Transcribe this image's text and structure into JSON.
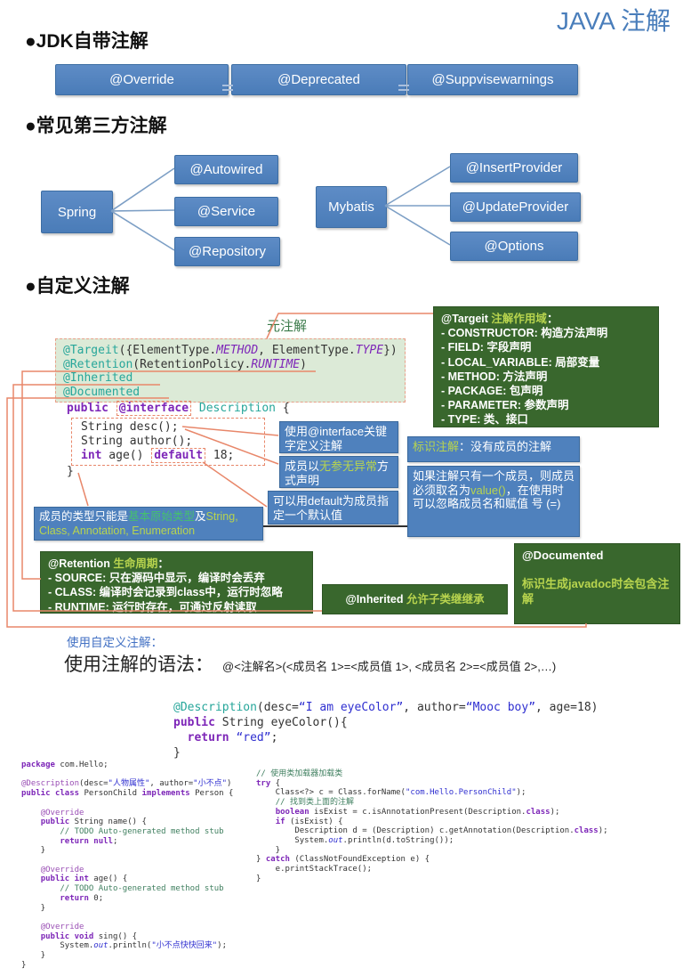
{
  "title": "JAVA 注解",
  "jdk": {
    "heading": "●JDK自带注解",
    "boxes": [
      "@Override",
      "@Deprecated",
      "@Suppvisewarnings"
    ]
  },
  "third": {
    "heading": "●常见第三方注解",
    "trees": [
      {
        "root": "Spring",
        "children": [
          "@Autowired",
          "@Service",
          "@Repository"
        ]
      },
      {
        "root": "Mybatis",
        "children": [
          "@InsertProvider",
          "@UpdateProvider",
          "@Options"
        ]
      }
    ]
  },
  "custom": {
    "heading": "●自定义注解",
    "meta_label": "元注解",
    "meta_code": [
      [
        [
          "ann",
          "@Targeit"
        ],
        [
          "pl",
          "({ElementType."
        ],
        [
          "enum",
          "METHOD"
        ],
        [
          "pl",
          ", ElementType."
        ],
        [
          "enum",
          "TYPE"
        ],
        [
          "pl",
          "})"
        ]
      ],
      [
        [
          "ann",
          "@Retention"
        ],
        [
          "pl",
          "(RetentionPolicy."
        ],
        [
          "enum",
          "RUNTIME"
        ],
        [
          "pl",
          ")"
        ]
      ],
      [
        [
          "ann",
          "@Inherited"
        ]
      ],
      [
        [
          "ann",
          "@Documented"
        ]
      ]
    ],
    "iface_head": [
      [
        [
          "kw",
          "public "
        ],
        [
          "kwbox",
          "@interface"
        ],
        [
          "pl",
          " "
        ],
        [
          "ann",
          "Description"
        ],
        [
          "pl",
          " {"
        ]
      ]
    ],
    "iface_members": [
      [
        [
          "pl",
          "String desc();"
        ]
      ],
      [
        [
          "pl",
          "String author();"
        ]
      ],
      [
        [
          "kw",
          "int"
        ],
        [
          "pl",
          " age() "
        ],
        [
          "kwbox",
          "default"
        ],
        [
          "pl",
          " 18;"
        ]
      ]
    ],
    "iface_close": [
      [
        [
          "pl",
          "}"
        ]
      ]
    ],
    "green_boxes": {
      "targeit": [
        [
          [
            "w",
            "@Targeit "
          ],
          [
            "hl",
            "注解作用域"
          ],
          [
            "w",
            "："
          ]
        ],
        [
          [
            "w",
            " - CONSTRUCTOR: 构造方法声明"
          ]
        ],
        [
          [
            "w",
            " - FIELD: 字段声明"
          ]
        ],
        [
          [
            "w",
            " - LOCAL_VARIABLE: 局部变量"
          ]
        ],
        [
          [
            "w",
            " - METHOD: 方法声明"
          ]
        ],
        [
          [
            "w",
            " - PACKAGE: 包声明"
          ]
        ],
        [
          [
            "w",
            " - PARAMETER: 参数声明"
          ]
        ],
        [
          [
            "w",
            " - TYPE: 类、接口"
          ]
        ]
      ],
      "retention": [
        [
          [
            "w",
            "@Retention "
          ],
          [
            "hl",
            "生命周期"
          ],
          [
            "w",
            "："
          ]
        ],
        [
          [
            "w",
            " - SOURCE: 只在源码中显示，编译时会丢弃"
          ]
        ],
        [
          [
            "w",
            " - CLASS: 编译时会记录到class中，运行时忽略"
          ]
        ],
        [
          [
            "w",
            " - RUNTIME: 运行时存在，可通过反射读取"
          ]
        ]
      ],
      "inherited": [
        [
          [
            "w",
            "@Inherited "
          ],
          [
            "hl",
            "允许子类继继承"
          ]
        ]
      ],
      "documented": [
        [
          [
            "w",
            "@Documented"
          ]
        ],
        [],
        [
          [
            "hl",
            "标识生成javadoc时会包含注解"
          ]
        ]
      ]
    },
    "blue_boxes": {
      "iface_kw": [
        [
          [
            "w",
            "使用@interface关键字定义注解"
          ]
        ]
      ],
      "members": [
        [
          [
            "w",
            "成员以"
          ],
          [
            "hl",
            "无参无异常"
          ],
          [
            "w",
            "方式声明"
          ]
        ]
      ],
      "default": [
        [
          [
            "w",
            "可以用default为成员指定一个默认值"
          ]
        ]
      ],
      "marker": [
        [
          [
            "hl",
            "标识注解"
          ],
          [
            "w",
            "：没有成员的注解"
          ]
        ]
      ],
      "value": [
        [
          [
            "w",
            "如果注解只有一个成员，则成员必须取名为"
          ],
          [
            "hl",
            "value()"
          ],
          [
            "w",
            "，在使用时可以忽略成员名和赋值 号 (=)"
          ]
        ]
      ],
      "types": [
        [
          [
            "w",
            "成员的类型只能是"
          ],
          [
            "tl",
            "基本原始类型"
          ],
          [
            "w",
            "及"
          ],
          [
            "hl",
            "String, Class, Annotation, Enumeration"
          ]
        ]
      ]
    }
  },
  "usage": {
    "use_custom": "使用自定义注解：",
    "syntax_label": "使用注解的语法：",
    "syntax": "@<注解名>(<成员名 1>=<成员值 1>, <成员名 2>=<成员值 2>,…)",
    "code": [
      [
        [
          "ann",
          "@Description"
        ],
        [
          "pl",
          "(desc="
        ],
        [
          "str",
          "“I am eyeColor”"
        ],
        [
          "pl",
          ", author="
        ],
        [
          "str",
          "“Mooc boy”"
        ],
        [
          "pl",
          ", age=18)"
        ]
      ],
      [
        [
          "kw",
          "public"
        ],
        [
          "pl",
          " String eyeColor(){"
        ]
      ],
      [
        [
          "pl",
          "  "
        ],
        [
          "kw",
          "return"
        ],
        [
          "pl",
          " "
        ],
        [
          "str",
          "“red”"
        ],
        [
          "pl",
          ";"
        ]
      ],
      [
        [
          "pl",
          "}"
        ]
      ]
    ]
  },
  "bottom_code": {
    "left": [
      [
        [
          "kw",
          "package"
        ],
        [
          "pl",
          " com.Hello;"
        ]
      ],
      [],
      [
        [
          "an2",
          "@Description"
        ],
        [
          "pl",
          "(desc="
        ],
        [
          "str",
          "\"人物属性\""
        ],
        [
          "pl",
          ", author="
        ],
        [
          "str",
          "\"小不点\""
        ],
        [
          "pl",
          ")"
        ]
      ],
      [
        [
          "kw",
          "public"
        ],
        [
          "pl",
          " "
        ],
        [
          "kw",
          "class"
        ],
        [
          "pl",
          " PersonChild "
        ],
        [
          "kw",
          "implements"
        ],
        [
          "pl",
          " Person {"
        ]
      ],
      [],
      [
        [
          "pl",
          "    "
        ],
        [
          "an2",
          "@Override"
        ]
      ],
      [
        [
          "pl",
          "    "
        ],
        [
          "kw",
          "public"
        ],
        [
          "pl",
          " String name() {"
        ]
      ],
      [
        [
          "pl",
          "        "
        ],
        [
          "com",
          "// TODO Auto-generated method stub"
        ]
      ],
      [
        [
          "pl",
          "        "
        ],
        [
          "kw",
          "return"
        ],
        [
          "pl",
          " "
        ],
        [
          "kw",
          "null"
        ],
        [
          "pl",
          ";"
        ]
      ],
      [
        [
          "pl",
          "    }"
        ]
      ],
      [],
      [
        [
          "pl",
          "    "
        ],
        [
          "an2",
          "@Override"
        ]
      ],
      [
        [
          "pl",
          "    "
        ],
        [
          "kw",
          "public"
        ],
        [
          "pl",
          " "
        ],
        [
          "kw",
          "int"
        ],
        [
          "pl",
          " age() {"
        ]
      ],
      [
        [
          "pl",
          "        "
        ],
        [
          "com",
          "// TODO Auto-generated method stub"
        ]
      ],
      [
        [
          "pl",
          "        "
        ],
        [
          "kw",
          "return"
        ],
        [
          "pl",
          " 0;"
        ]
      ],
      [
        [
          "pl",
          "    }"
        ]
      ],
      [],
      [
        [
          "pl",
          "    "
        ],
        [
          "an2",
          "@Override"
        ]
      ],
      [
        [
          "pl",
          "    "
        ],
        [
          "kw",
          "public"
        ],
        [
          "pl",
          " "
        ],
        [
          "kw",
          "void"
        ],
        [
          "pl",
          " sing() {"
        ]
      ],
      [
        [
          "pl",
          "        System."
        ],
        [
          "fld",
          "out"
        ],
        [
          "pl",
          ".println("
        ],
        [
          "str",
          "\"小不点快快回来\""
        ],
        [
          "pl",
          ");"
        ]
      ],
      [
        [
          "pl",
          "    }"
        ]
      ],
      [
        [
          "pl",
          "}"
        ]
      ]
    ],
    "right": [
      [
        [
          "com",
          "// 使用类加载器加载类"
        ]
      ],
      [
        [
          "kw",
          "try"
        ],
        [
          "pl",
          " {"
        ]
      ],
      [
        [
          "pl",
          "    Class<?> c = Class.forName("
        ],
        [
          "str",
          "\"com.Hello.PersonChild\""
        ],
        [
          "pl",
          ");"
        ]
      ],
      [
        [
          "pl",
          "    "
        ],
        [
          "com",
          "// 找到类上面的注解"
        ]
      ],
      [
        [
          "pl",
          "    "
        ],
        [
          "kw",
          "boolean"
        ],
        [
          "pl",
          " isExist = c.isAnnotationPresent(Description."
        ],
        [
          "kw",
          "class"
        ],
        [
          "pl",
          ");"
        ]
      ],
      [
        [
          "pl",
          "    "
        ],
        [
          "kw",
          "if"
        ],
        [
          "pl",
          " (isExist) {"
        ]
      ],
      [
        [
          "pl",
          "        Description d = (Description) c.getAnnotation(Description."
        ],
        [
          "kw",
          "class"
        ],
        [
          "pl",
          ");"
        ]
      ],
      [
        [
          "pl",
          "        System."
        ],
        [
          "fld",
          "out"
        ],
        [
          "pl",
          ".println(d.toString());"
        ]
      ],
      [
        [
          "pl",
          "    }"
        ]
      ],
      [
        [
          "pl",
          "} "
        ],
        [
          "kw",
          "catch"
        ],
        [
          "pl",
          " (ClassNotFoundException e) {"
        ]
      ],
      [
        [
          "pl",
          "    e.printStackTrace();"
        ]
      ],
      [
        [
          "pl",
          "}"
        ]
      ]
    ]
  },
  "colors": {
    "accent_blue": "#4f81bd",
    "title_blue": "#4a7ebb",
    "box_green": "#39672d",
    "highlight_yellow_green": "#b8d44e",
    "connector_orange": "#e8876a",
    "code_bg_green": "#dcead7"
  }
}
